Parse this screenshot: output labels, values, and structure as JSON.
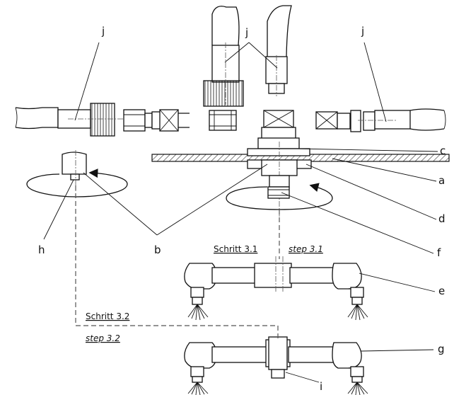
{
  "labels": {
    "j1": "j",
    "j2": "j",
    "j3": "j",
    "c": "c",
    "a": "a",
    "d": "d",
    "f": "f",
    "e": "e",
    "g": "g",
    "h": "h",
    "b": "b",
    "i": "i"
  },
  "steps": {
    "schritt_3_1": "Schritt 3.1",
    "step_3_1": "step 3.1",
    "schritt_3_2": "Schritt 3.2",
    "step_3_2": "step 3.2"
  }
}
